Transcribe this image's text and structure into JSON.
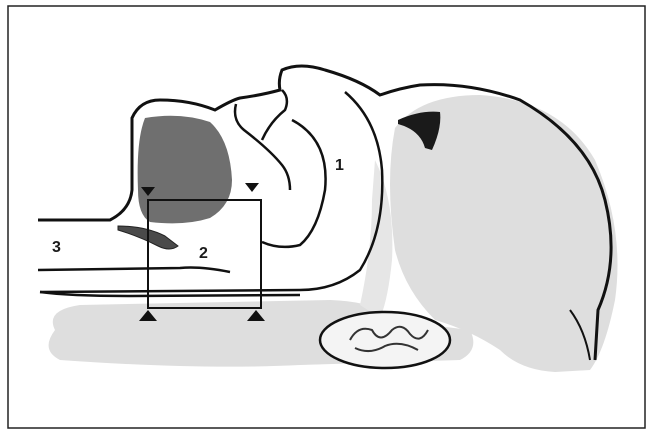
{
  "figure": {
    "labels": [
      {
        "id": "label-1",
        "text": "1"
      },
      {
        "id": "label-2",
        "text": "2"
      },
      {
        "id": "label-3",
        "text": "3"
      }
    ],
    "colors": {
      "outline": "#111111",
      "dark_region": "#6f6f6f",
      "light_region": "#dedede",
      "background": "#ffffff"
    }
  }
}
